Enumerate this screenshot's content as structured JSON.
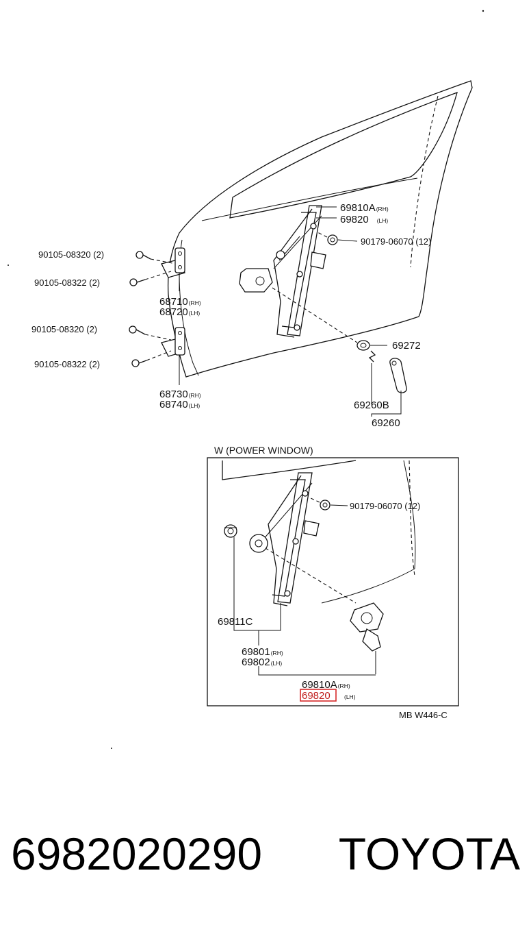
{
  "callouts": {
    "regulator_rh": "69810A",
    "regulator_lh": "69820",
    "nut_top": "90179-06070 (12)",
    "bolt_upper_a": "90105-08320 (2)",
    "bolt_upper_b": "90105-08322 (2)",
    "hinge_upper_rh": "68710",
    "hinge_upper_lh": "68720",
    "bolt_lower_a": "90105-08320 (2)",
    "bolt_lower_b": "90105-08322 (2)",
    "hinge_lower_rh": "68730",
    "hinge_lower_lh": "68740",
    "washer": "69272",
    "handle_sub": "69260B",
    "handle": "69260"
  },
  "suffix": {
    "rh": "(RH)",
    "lh": "(LH)"
  },
  "inset": {
    "title": "W (POWER WINDOW)",
    "nut": "90179-06070 (12)",
    "motor_sub": "69811C",
    "motor_rh": "69801",
    "motor_lh": "69802",
    "regulator_rh": "69810A",
    "regulator_lh": "69820",
    "highlighted": "69820"
  },
  "diagram_code": "MB W446-C",
  "footer": {
    "part_number": "6982020290",
    "brand": "TOYOTA"
  },
  "colors": {
    "highlight": "#d62a2a",
    "ink": "#111111"
  }
}
